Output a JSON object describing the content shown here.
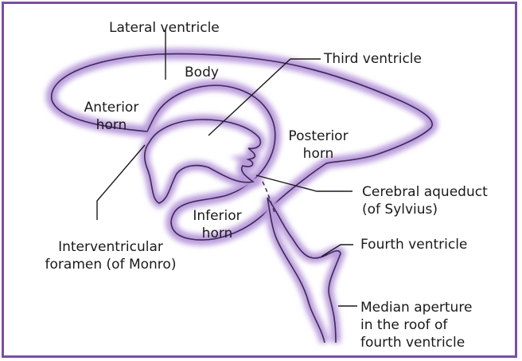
{
  "colors": {
    "frame": "#7b4ea3",
    "ventricle_glow": "#b99bdb",
    "ventricle_outline": "#3d2a57",
    "leader": "#1a1a1a",
    "text": "#1a1a1a"
  },
  "labels": {
    "lateral_ventricle": "Lateral ventricle",
    "body": "Body",
    "third_ventricle": "Third ventricle",
    "anterior_horn_line1": "Anterior",
    "anterior_horn_line2": "horn",
    "posterior_horn_line1": "Posterior",
    "posterior_horn_line2": "horn",
    "cerebral_aqueduct_line1": "Cerebral aqueduct",
    "cerebral_aqueduct_line2": "(of Sylvius)",
    "inferior_horn_line1": "Inferior",
    "inferior_horn_line2": "horn",
    "interventricular_line1": "Interventricular",
    "interventricular_line2": "foramen (of Monro)",
    "fourth_ventricle": "Fourth ventricle",
    "median_aperture_line1": "Median aperture",
    "median_aperture_line2": "in the roof of",
    "median_aperture_line3": "fourth ventricle"
  }
}
